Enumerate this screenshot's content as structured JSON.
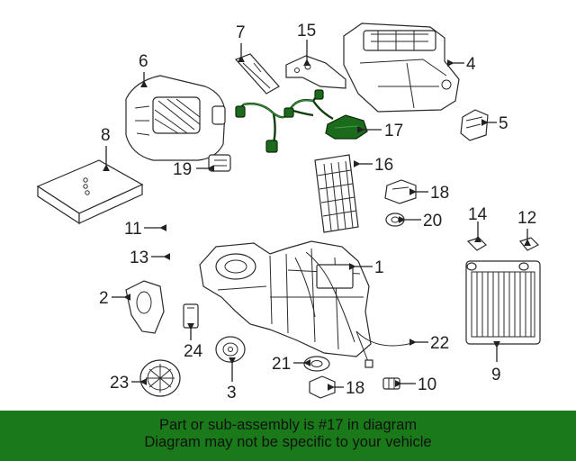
{
  "callouts": [
    "1",
    "2",
    "3",
    "4",
    "5",
    "6",
    "7",
    "8",
    "9",
    "10",
    "11",
    "12",
    "13",
    "14",
    "15",
    "16",
    "17",
    "18",
    "18",
    "19",
    "20",
    "21",
    "22",
    "23",
    "24"
  ],
  "highlight_color": "#1c6b1c",
  "banner": {
    "color": "#1a7a1a",
    "line1": "Part or sub-assembly is #17 in diagram",
    "line2": "Diagram may not be specific to your vehicle"
  }
}
